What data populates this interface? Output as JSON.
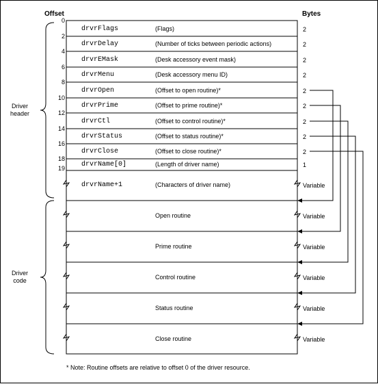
{
  "headers": {
    "offset": "Offset",
    "bytes": "Bytes"
  },
  "side_labels": {
    "header_line1": "Driver",
    "header_line2": "header",
    "code_line1": "Driver",
    "code_line2": "code"
  },
  "fields": [
    {
      "offset": "0",
      "name": "drvrFlags",
      "desc": "(Flags)",
      "bytes": "2"
    },
    {
      "offset": "2",
      "name": "drvrDelay",
      "desc": "(Number of ticks between periodic actions)",
      "bytes": "2"
    },
    {
      "offset": "4",
      "name": "drvrEMask",
      "desc": "(Desk accessory event mask)",
      "bytes": "2"
    },
    {
      "offset": "6",
      "name": "drvrMenu",
      "desc": "(Desk accessory menu ID)",
      "bytes": "2"
    },
    {
      "offset": "8",
      "name": "drvrOpen",
      "desc": "(Offset to open routine)*",
      "bytes": "2"
    },
    {
      "offset": "10",
      "name": "drvrPrime",
      "desc": "(Offset to prime routine)*",
      "bytes": "2"
    },
    {
      "offset": "12",
      "name": "drvrCtl",
      "desc": "(Offset to control routine)*",
      "bytes": "2"
    },
    {
      "offset": "14",
      "name": "drvrStatus",
      "desc": "(Offset to status routine)*",
      "bytes": "2"
    },
    {
      "offset": "16",
      "name": "drvrClose",
      "desc": "(Offset to close routine)*",
      "bytes": "2"
    },
    {
      "offset": "18",
      "name": "drvrName[0]",
      "desc": "(Length of driver name)",
      "bytes": "1"
    },
    {
      "offset": "19",
      "name": "drvrName+1",
      "desc": "(Characters of driver name)",
      "bytes": "Variable"
    }
  ],
  "routines": [
    {
      "name": "Open routine",
      "bytes": "Variable"
    },
    {
      "name": "Prime routine",
      "bytes": "Variable"
    },
    {
      "name": "Control routine",
      "bytes": "Variable"
    },
    {
      "name": "Status routine",
      "bytes": "Variable"
    },
    {
      "name": "Close routine",
      "bytes": "Variable"
    }
  ],
  "footnote": "* Note: Routine offsets are relative to offset 0 of the driver resource."
}
